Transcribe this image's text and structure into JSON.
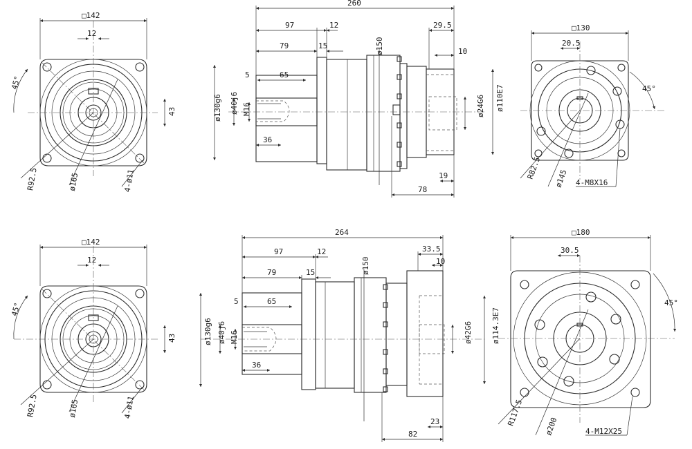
{
  "views": {
    "top_front": {
      "square": "□142",
      "key_width": "12",
      "angle": "45°",
      "height_43": "43",
      "radius": "R92.5",
      "pcd": "ø165",
      "holes": "4-ø11"
    },
    "top_side": {
      "total_len": "260",
      "len_97": "97",
      "len_12": "12",
      "len_79": "79",
      "len_15": "15",
      "dia_150": "ø150",
      "len_29_5": "29.5",
      "len_10": "10",
      "len_5": "5",
      "len_65": "65",
      "dia_130": "ø130g6",
      "dia_40": "ø40j6",
      "thread": "M16",
      "len_36": "36",
      "dia_24": "ø24G6",
      "dia_110": "ø110E7",
      "len_19": "19",
      "len_78": "78"
    },
    "top_rear": {
      "square": "□130",
      "len_20_5": "20.5",
      "angle": "45°",
      "radius": "R82.5",
      "pcd": "ø145",
      "holes": "4-M8X16"
    },
    "bottom_front": {
      "square": "□142",
      "key_width": "12",
      "angle": "45°",
      "height_43": "43",
      "radius": "R92.5",
      "pcd": "ø165",
      "holes": "4-ø11"
    },
    "bottom_side": {
      "total_len": "264",
      "len_97": "97",
      "len_12": "12",
      "len_79": "79",
      "len_15": "15",
      "dia_150": "ø150",
      "len_33_5": "33.5",
      "len_10": "10",
      "len_5": "5",
      "len_65": "65",
      "dia_130": "ø130g6",
      "dia_40": "ø40j6",
      "thread": "M16",
      "len_36": "36",
      "dia_42": "ø42G6",
      "dia_114": "ø114.3E7",
      "len_23": "23",
      "len_82": "82"
    },
    "bottom_rear": {
      "square": "□180",
      "len_30_5": "30.5",
      "angle": "45°",
      "radius": "R117.5",
      "pcd": "ø200",
      "holes": "4-M12X25"
    }
  }
}
